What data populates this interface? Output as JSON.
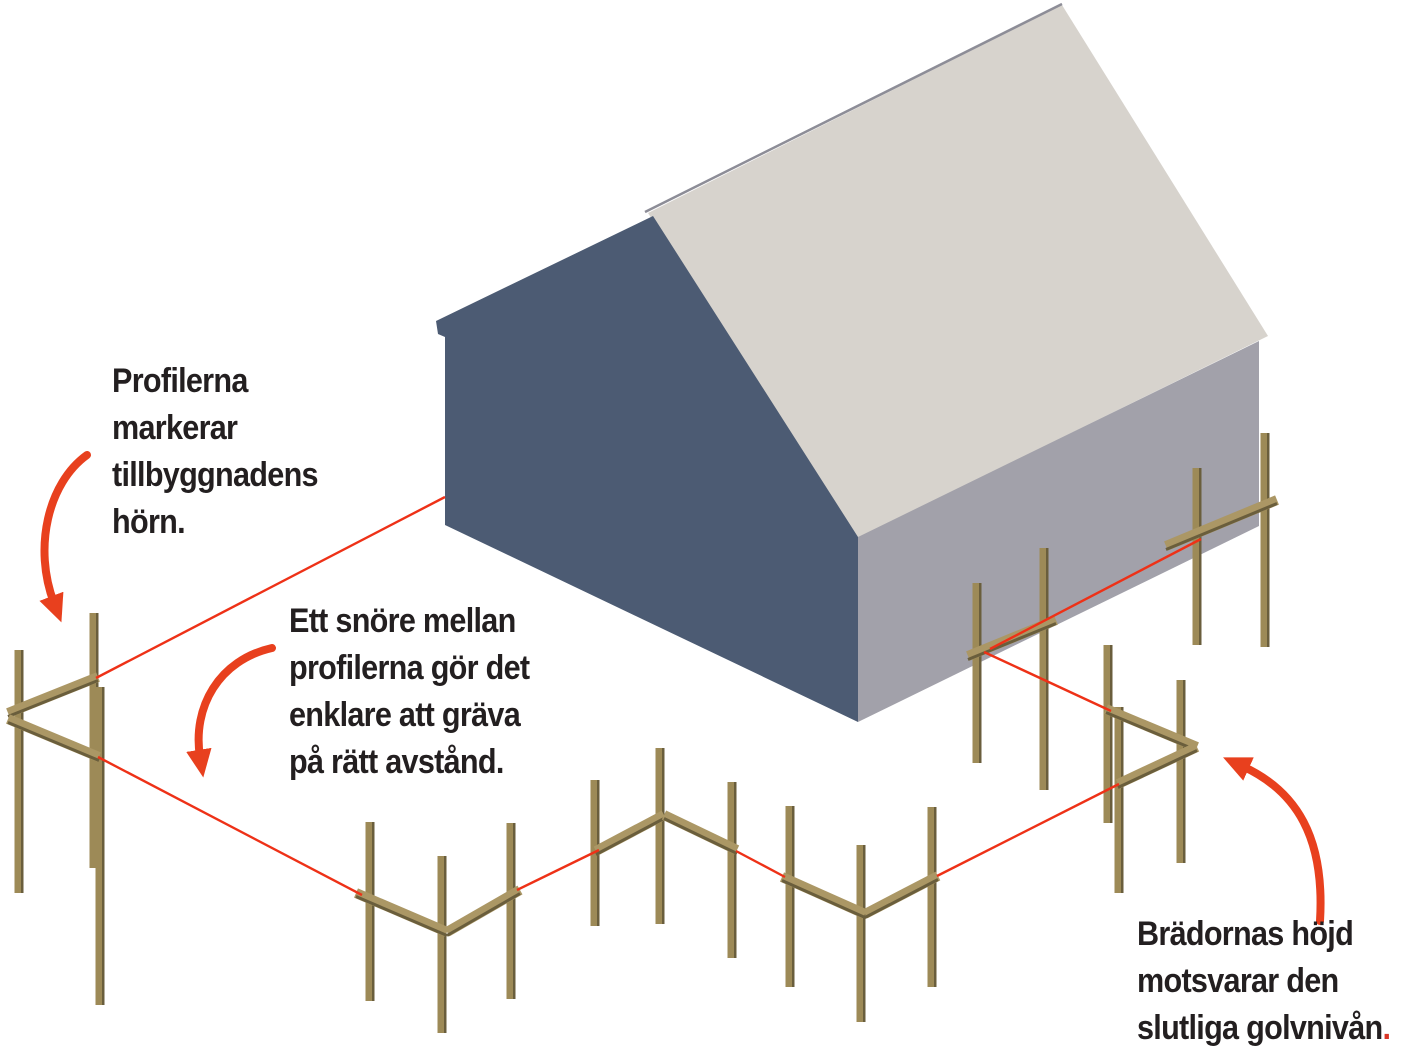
{
  "annotations": [
    {
      "id": "profiles-note",
      "lines": [
        "Profilerna",
        "markerar",
        "tillbyggnadens",
        "hörn."
      ]
    },
    {
      "id": "string-note",
      "lines": [
        "Ett snöre mellan",
        "profilerna gör det",
        "enklare att gräva",
        "på rätt avstånd."
      ]
    },
    {
      "id": "boards-note",
      "lines": [
        "Brädornas höjd",
        "motsvarar den",
        "slutliga golvnivån"
      ],
      "trailing_period": "."
    }
  ],
  "arrows": [
    {
      "name": "curved-arrow-to-left-profile"
    },
    {
      "name": "curved-arrow-to-string-line"
    },
    {
      "name": "curved-arrow-to-profile-board"
    }
  ],
  "colors": {
    "background": "#ffffff",
    "gable_blue": "#4c5b73",
    "wall_gray": "#a2a1aa",
    "roof_beige": "#d7d3cd",
    "ridge_gray": "#8d8d97",
    "wood_light": "#ab9765",
    "wood_mid": "#9d8a57",
    "wood_dark": "#6a5e3c",
    "string_red": "#ee3117",
    "arrow_red": "#e8401e",
    "text_black": "#231f20",
    "period_red": "#d93425"
  }
}
